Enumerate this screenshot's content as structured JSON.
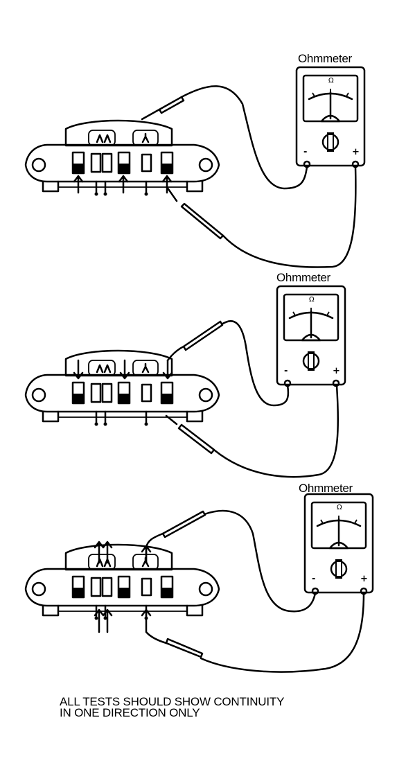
{
  "meter_labels": [
    "Ohmmeter",
    "Ohmmeter",
    "Ohmmeter"
  ],
  "meter_symbols": {
    "minus": "-",
    "plus": "+",
    "ohm": "Ω"
  },
  "caption": {
    "line1": "ALL TESTS SHOULD SHOW CONTINUITY",
    "line2": "IN ONE DIRECTION ONLY"
  },
  "colors": {
    "ink": "#000000",
    "paper": "#ffffff"
  }
}
